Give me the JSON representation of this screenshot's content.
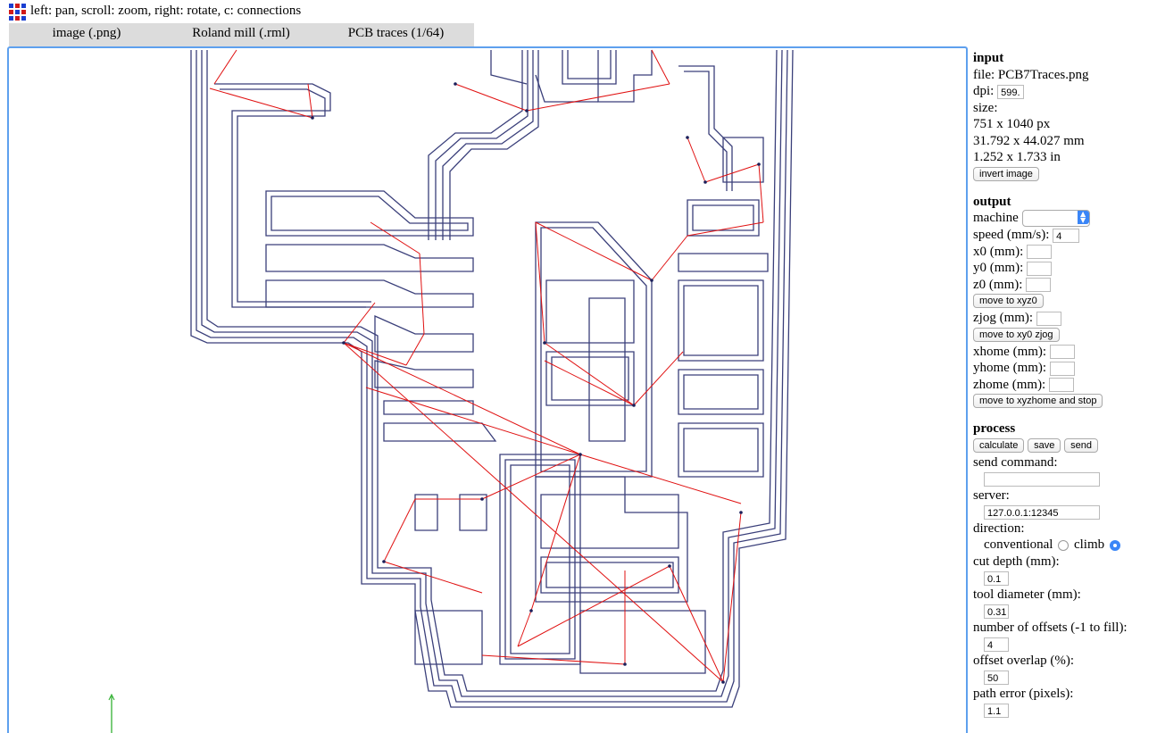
{
  "header": {
    "hint": "left: pan, scroll: zoom, right: rotate, c: connections"
  },
  "tabs": [
    {
      "label": "image (.png)"
    },
    {
      "label": "Roland mill (.rml)"
    },
    {
      "label": "PCB traces (1/64)"
    }
  ],
  "input": {
    "heading": "input",
    "file": "file: PCB7Traces.png",
    "dpi_label": "dpi:",
    "dpi_value": "599.",
    "size_label": "size:",
    "size_px": "751 x 1040 px",
    "size_mm": "31.792 x 44.027 mm",
    "size_in": "1.252 x 1.733 in",
    "invert_button": "invert image"
  },
  "output": {
    "heading": "output",
    "machine_label": "machine",
    "speed_label": "speed (mm/s):",
    "speed_value": "4",
    "x0_label": "x0 (mm):",
    "y0_label": "y0 (mm):",
    "z0_label": "z0 (mm):",
    "move_xyz0": "move to xyz0",
    "zjog_label": "zjog (mm):",
    "move_zjog": "move to xy0 zjog",
    "xhome_label": "xhome (mm):",
    "yhome_label": "yhome (mm):",
    "zhome_label": "zhome (mm):",
    "move_home": "move to xyzhome and stop"
  },
  "process": {
    "heading": "process",
    "calculate": "calculate",
    "save": "save",
    "send": "send",
    "send_command_label": "send command:",
    "server_label": "server:",
    "server_value": "127.0.0.1:12345",
    "direction_label": "direction:",
    "conventional_label": "conventional",
    "climb_label": "climb",
    "direction_selected": "climb",
    "cut_depth_label": "cut depth (mm):",
    "cut_depth_value": "0.1",
    "tool_diameter_label": "tool diameter (mm):",
    "tool_diameter_value": "0.31",
    "offsets_label": "number of offsets (-1 to fill):",
    "offsets_value": "4",
    "overlap_label": "offset overlap (%):",
    "overlap_value": "50",
    "path_error_label": "path error (pixels):",
    "path_error_value": "1.1"
  },
  "colors": {
    "toolpath": "#3a3f7a",
    "connection": "#e01010",
    "frame_border": "#5ea0ee",
    "axis": "#22aa22"
  }
}
